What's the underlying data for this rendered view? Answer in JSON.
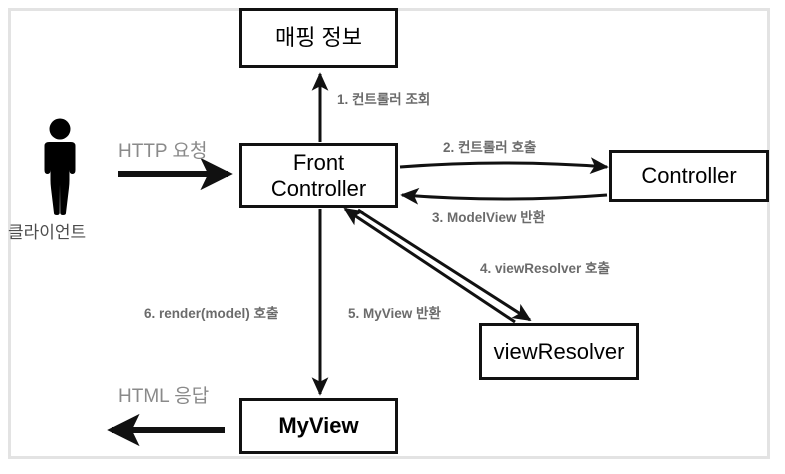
{
  "diagram": {
    "title": "Spring MVC Front Controller flow",
    "colors": {
      "stroke": "#111111",
      "frame": "#e3e3e3",
      "label": "#6b6b6b",
      "plain_label": "#8a8a8a",
      "actor_label": "#4d4d4d",
      "background": "#ffffff"
    },
    "nodes": {
      "mapping": {
        "label": "매핑 정보"
      },
      "front_controller": {
        "label": "Front\nController"
      },
      "controller": {
        "label": "Controller"
      },
      "view_resolver": {
        "label": "viewResolver"
      },
      "my_view": {
        "label": "MyView"
      }
    },
    "actor": {
      "icon": "person-icon",
      "label": "클라이언트"
    },
    "edges": [
      {
        "id": "http-request",
        "label": "HTTP 요청",
        "from": "client",
        "to": "front_controller",
        "style": "plain"
      },
      {
        "id": "step-1",
        "label": "1. 컨트롤러 조회",
        "from": "front_controller",
        "to": "mapping",
        "style": "numbered"
      },
      {
        "id": "step-2",
        "label": "2. 컨트롤러 호출",
        "from": "front_controller",
        "to": "controller",
        "style": "numbered"
      },
      {
        "id": "step-3",
        "label": "3. ModelView 반환",
        "from": "controller",
        "to": "front_controller",
        "style": "numbered"
      },
      {
        "id": "step-4",
        "label": "4. viewResolver 호출",
        "from": "front_controller",
        "to": "view_resolver",
        "style": "numbered"
      },
      {
        "id": "step-5",
        "label": "5. MyView 반환",
        "from": "view_resolver",
        "to": "front_controller",
        "style": "numbered"
      },
      {
        "id": "step-6",
        "label": "6. render(model) 호출",
        "from": "front_controller",
        "to": "my_view",
        "style": "numbered"
      },
      {
        "id": "html-response",
        "label": "HTML 응답",
        "from": "my_view",
        "to": "client",
        "style": "plain"
      }
    ]
  }
}
